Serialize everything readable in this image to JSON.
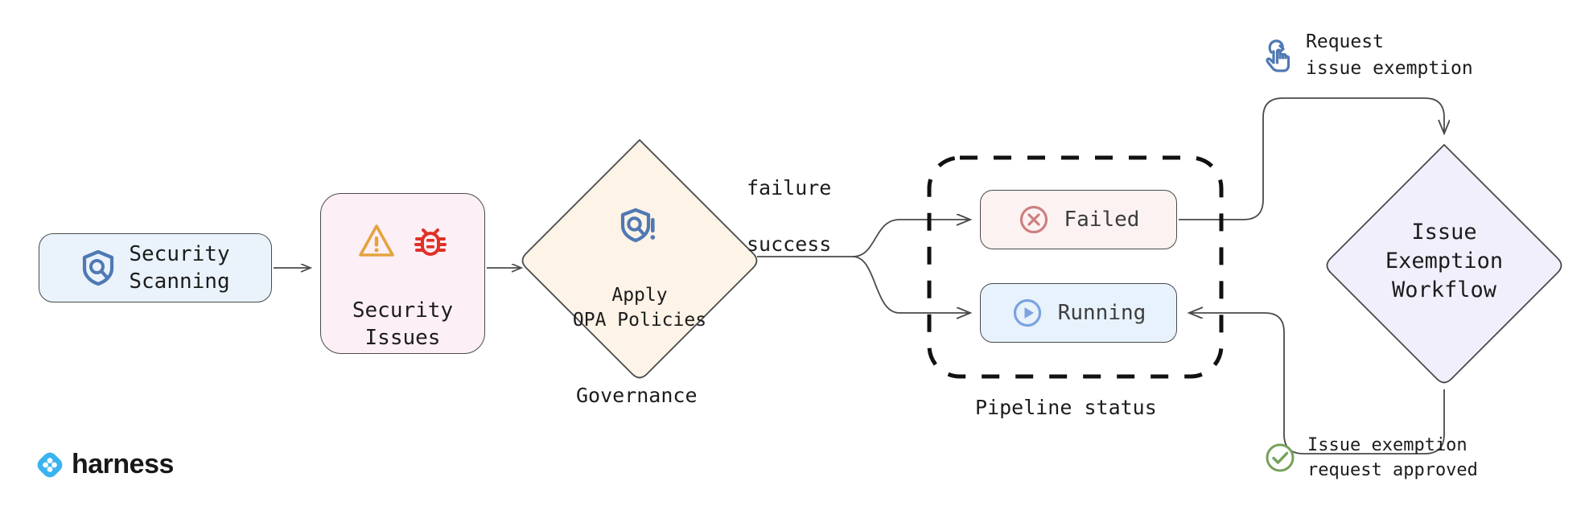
{
  "diagram": {
    "title": "Harness security scanning governance and issue exemption flow",
    "colors": {
      "edge": "#4a4a4a",
      "security_scanning_fill": "#eaf3fb",
      "security_issues_fill": "#fdeff6",
      "governance_fill": "#fdf3e7",
      "failed_fill": "#fdf2f2",
      "running_fill": "#e8f2fc",
      "exemption_fill": "#f1effc",
      "shield_blue": "#4f79b3",
      "warning_orange": "#e5a33d",
      "bug_red": "#e03127",
      "failed_red": "#cc8080",
      "running_blue": "#7aa3e0",
      "approved_green": "#74a05a",
      "hand_blue": "#4f79b3",
      "harness_blue": "#39b4ef"
    }
  },
  "nodes": {
    "security_scanning": {
      "label": "Security\nScanning",
      "icon": "shield-scan-icon"
    },
    "security_issues": {
      "label": "Security\nIssues",
      "icons": [
        "warning-triangle-icon",
        "bug-icon"
      ]
    },
    "governance": {
      "label": "Apply\nOPA Policies",
      "caption": "Governance",
      "icon": "shield-policy-alert-icon"
    },
    "failed": {
      "label": "Failed",
      "icon": "failed-circle-x-icon"
    },
    "running": {
      "label": "Running",
      "icon": "running-circle-play-icon"
    },
    "pipeline_status": {
      "caption": "Pipeline status"
    },
    "issue_exemption_workflow": {
      "label": "Issue\nExemption\nWorkflow"
    }
  },
  "edges": {
    "failure_label": "failure",
    "success_label": "success"
  },
  "annotations": {
    "request_exemption": {
      "text": "Request\nissue exemption",
      "icon": "tap-hand-icon"
    },
    "request_approved": {
      "text": "Issue exemption\nrequest approved",
      "icon": "check-circle-icon"
    }
  },
  "branding": {
    "name": "harness",
    "icon": "harness-logo-icon"
  }
}
